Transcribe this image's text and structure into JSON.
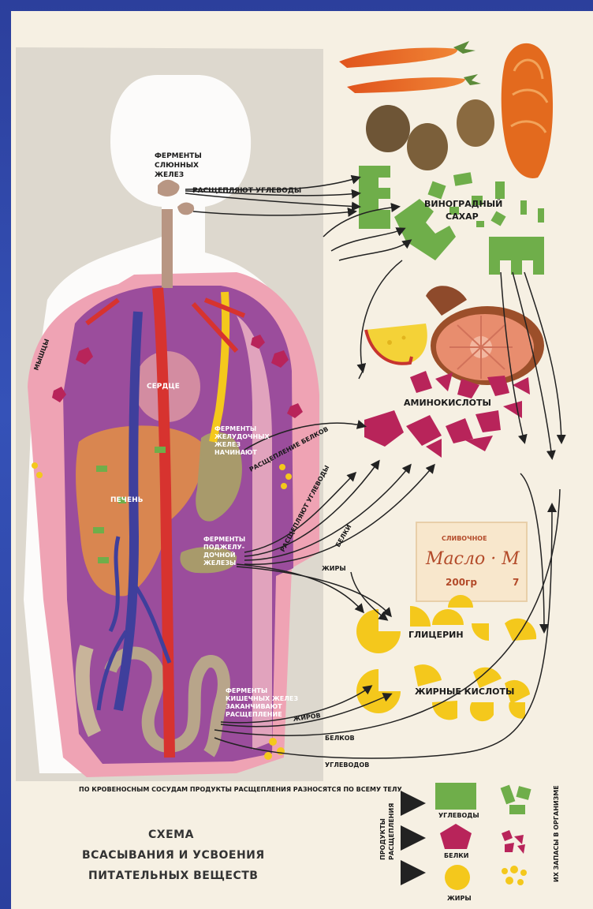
{
  "labels": {
    "saliva_enzymes": [
      "ФЕРМЕНТЫ",
      "СЛЮННЫХ",
      "ЖЕЛЕЗ"
    ],
    "splits_carbs": "РАСЩЕПЛЯЮТ УГЛЕВОДЫ",
    "grape_sugar": [
      "ВИНОГРАДНЫЙ",
      "САХАР"
    ],
    "heart": "СЕРДЦЕ",
    "liver": "ПЕЧЕНЬ",
    "amino_acids": "АМИНОКИСЛОТЫ",
    "stomach_enzymes": [
      "ФЕРМЕНТЫ",
      "ЖЕЛУДОЧНЫХ",
      "ЖЕЛЕЗ",
      "НАЧИНАЮТ"
    ],
    "protein_split": "РАСЩЕПЛЕНИЕ БЕЛКОВ",
    "splits_carbs_2": "РАСЩЕПЛЯЮТ УГЛЕВОДЫ",
    "proteins": "БЕЛКИ",
    "pancreas_enzymes": [
      "ФЕРМЕНТЫ",
      "ПОДЖЕЛУ-",
      "ДОЧНОЙ",
      "ЖЕЛЕЗЫ"
    ],
    "fats": "ЖИРЫ",
    "glycerin": "ГЛИЦЕРИН",
    "fatty_acids": "ЖИРНЫЕ КИСЛОТЫ",
    "intestine_enzymes": [
      "ФЕРМЕНТЫ",
      "КИШЕЧНЫХ ЖЕЛЕЗ",
      "ЗАКАНЧИВАЮТ",
      "РАСЩЕПЛЕНИЕ"
    ],
    "of_fats": "ЖИРОВ",
    "of_proteins": "БЕЛКОВ",
    "of_carbs": "УГЛЕВОДОВ",
    "vessels_note": "ПО КРОВЕНОСНЫМ СОСУДАМ ПРОДУКТЫ РАСЩЕПЛЕНИЯ РАЗНОСЯТСЯ ПО ВСЕМУ ТЕЛУ",
    "left_edge": "МЫШЦЫ"
  },
  "butter_pack": {
    "top": "СЛИВОЧНОЕ",
    "name": "Масло · М",
    "weight": "200гр",
    "extra": "7"
  },
  "title_lines": [
    "СХЕМА",
    "ВСАСЫВАНИЯ И УСВОЕНИЯ",
    "ПИТАТЕЛЬНЫХ ВЕЩЕСТВ"
  ],
  "legend": {
    "products_label": [
      "ПРОДУКТЫ",
      "РАСЩЕПЛЕНИЯ"
    ],
    "reserves_label": "ИХ ЗАПАСЫ В ОРГАНИЗМЕ",
    "items": [
      "УГЛЕВОДЫ",
      "БЕЛКИ",
      "ЖИРЫ"
    ]
  },
  "colors": {
    "carbs": "#6fae4a",
    "proteins": "#b8245a",
    "fats": "#f4c81c",
    "body_pink": "#efa3b4",
    "body_purple": "#9b4d9c",
    "liver": "#d98650",
    "background": "#2c3f9c"
  }
}
